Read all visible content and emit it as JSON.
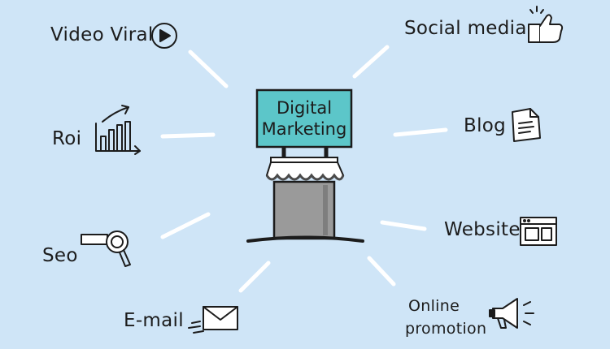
{
  "center": {
    "sign_line1": "Digital",
    "sign_line2": "Marketing",
    "colors": {
      "sign": "#5cc6c9",
      "awning_edge": "#4a4a4a",
      "door": "#9a9a9a",
      "background": "#cfe5f7"
    }
  },
  "topics": [
    {
      "id": "video-viral",
      "label": "Video Viral",
      "icon": "play-button-icon"
    },
    {
      "id": "roi",
      "label": "Roi",
      "icon": "bar-chart-icon"
    },
    {
      "id": "seo",
      "label": "Seo",
      "icon": "magnifier-icon"
    },
    {
      "id": "e-mail",
      "label": "E-mail",
      "icon": "envelope-icon"
    },
    {
      "id": "social-media",
      "label": "Social media",
      "icon": "thumbs-up-icon"
    },
    {
      "id": "blog",
      "label": "Blog",
      "icon": "document-icon"
    },
    {
      "id": "website",
      "label": "Website",
      "icon": "browser-window-icon"
    },
    {
      "id": "online-promotion",
      "label_line1": "Online",
      "label_line2": "promotion",
      "icon": "megaphone-icon"
    }
  ]
}
